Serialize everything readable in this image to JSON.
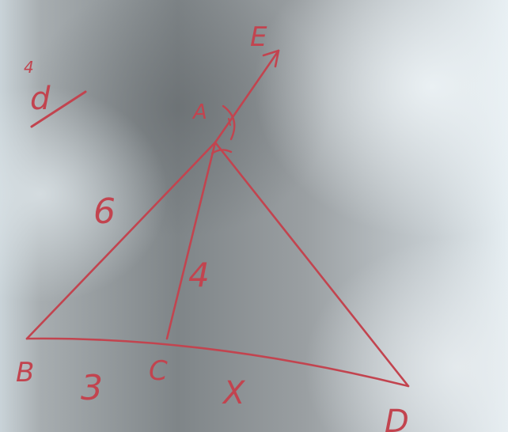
{
  "diagram": {
    "ink_color": "#c2444f",
    "background_colors": [
      "#e4ecf0",
      "#bfc5c7",
      "#8e9497",
      "#6f7477"
    ],
    "vertices": {
      "a": "A",
      "b": "B",
      "c": "C",
      "d": "D",
      "e": "E"
    },
    "segment_labels": {
      "ab": "6",
      "ac": "4",
      "bc": "3",
      "cd": "X"
    },
    "problem_number": "4",
    "problem_letter": "d"
  }
}
